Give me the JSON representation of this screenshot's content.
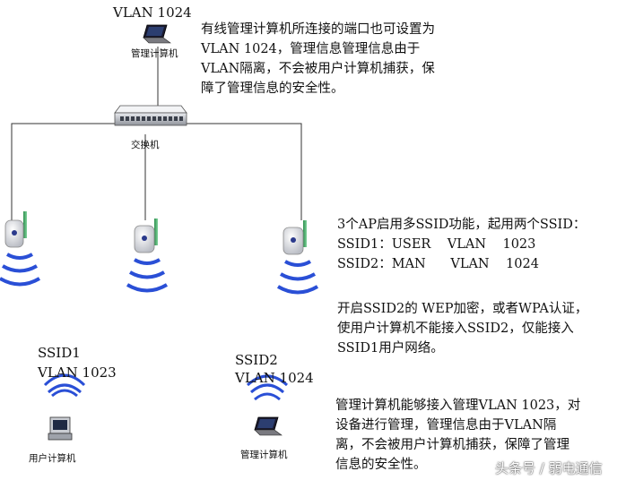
{
  "top_label": "VLAN 1024",
  "mgmt_pc_label": "管理计算机",
  "switch_label": "交换机",
  "mgmt_note_lines": [
    "有线管理计算机所连接的端口也可设置为",
    "VLAN 1024，管理信息管理信息由于",
    "VLAN隔离，不会被用户计算机捕获，保",
    "障了管理信息的安全性。"
  ],
  "ssid_config_lines": [
    "3个AP启用多SSID功能，起用两个SSID：",
    "SSID1：USER    VLAN    1023",
    "SSID2：MAN      VLAN    1024"
  ],
  "wep_note_lines": [
    "开启SSID2的 WEP加密，或者WPA认证，",
    "使用户计算机不能接入SSID2，仅能接入",
    "SSID1用户网络。"
  ],
  "user_client": {
    "ssid": "SSID1",
    "vlan": "VLAN 1023",
    "label": "用户计算机"
  },
  "mgmt_client": {
    "ssid": "SSID2",
    "vlan": "VLAN 1024",
    "label": "管理计算机"
  },
  "wireless_mgmt_note_lines": [
    "管理计算机能够接入管理VLAN 1023，对",
    "设备进行管理，管理信息由于VLAN隔",
    "离，不会被用户计算机捕获，保障了管理",
    "信息的安全性。"
  ],
  "watermark": "头条号 / 弱电通信"
}
